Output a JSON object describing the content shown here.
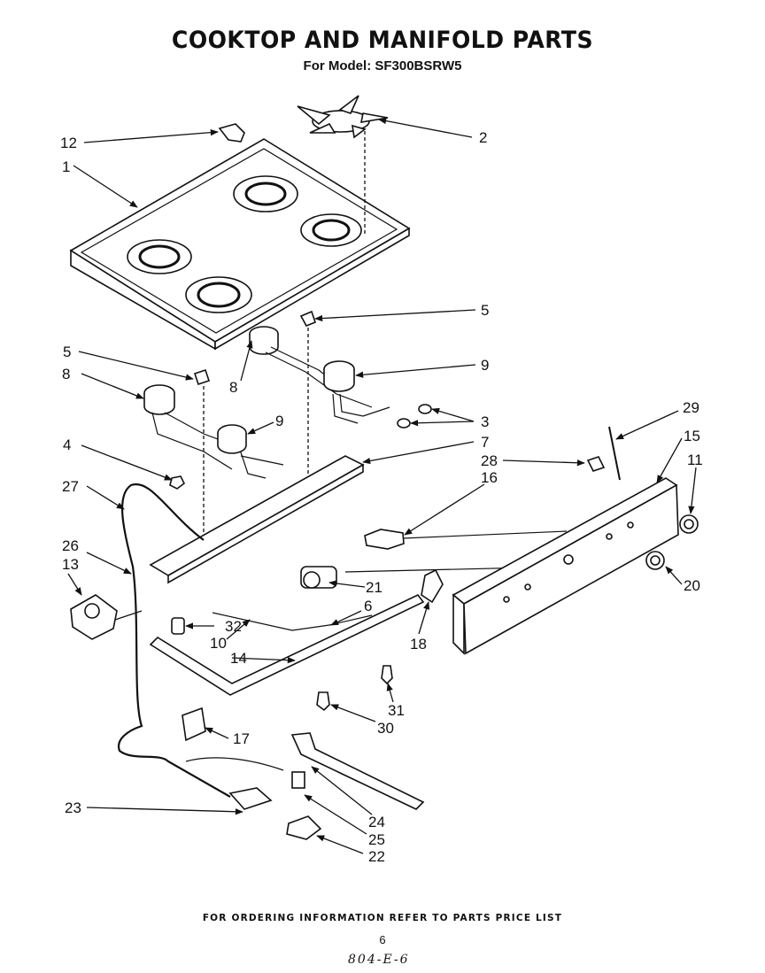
{
  "title": "COOKTOP AND MANIFOLD PARTS",
  "subtitle": "For Model: SF300BSRW5",
  "footer": "FOR ORDERING INFORMATION REFER TO PARTS PRICE LIST",
  "page_number": "6",
  "handwritten_note": "804-E-6",
  "callouts": [
    {
      "id": "c12",
      "label": "12"
    },
    {
      "id": "c1",
      "label": "1"
    },
    {
      "id": "c2",
      "label": "2"
    },
    {
      "id": "c5a",
      "label": "5"
    },
    {
      "id": "c5b",
      "label": "5"
    },
    {
      "id": "c8a",
      "label": "8"
    },
    {
      "id": "c8b",
      "label": "8"
    },
    {
      "id": "c9a",
      "label": "9"
    },
    {
      "id": "c9b",
      "label": "9"
    },
    {
      "id": "c3",
      "label": "3"
    },
    {
      "id": "c29",
      "label": "29"
    },
    {
      "id": "c4",
      "label": "4"
    },
    {
      "id": "c7",
      "label": "7"
    },
    {
      "id": "c15",
      "label": "15"
    },
    {
      "id": "c28",
      "label": "28"
    },
    {
      "id": "c11",
      "label": "11"
    },
    {
      "id": "c16",
      "label": "16"
    },
    {
      "id": "c27",
      "label": "27"
    },
    {
      "id": "c26",
      "label": "26"
    },
    {
      "id": "c13",
      "label": "13"
    },
    {
      "id": "c21",
      "label": "21"
    },
    {
      "id": "c20",
      "label": "20"
    },
    {
      "id": "c6",
      "label": "6"
    },
    {
      "id": "c32",
      "label": "32"
    },
    {
      "id": "c10",
      "label": "10"
    },
    {
      "id": "c18",
      "label": "18"
    },
    {
      "id": "c14",
      "label": "14"
    },
    {
      "id": "c31",
      "label": "31"
    },
    {
      "id": "c30",
      "label": "30"
    },
    {
      "id": "c17",
      "label": "17"
    },
    {
      "id": "c24",
      "label": "24"
    },
    {
      "id": "c23",
      "label": "23"
    },
    {
      "id": "c25",
      "label": "25"
    },
    {
      "id": "c22",
      "label": "22"
    }
  ]
}
